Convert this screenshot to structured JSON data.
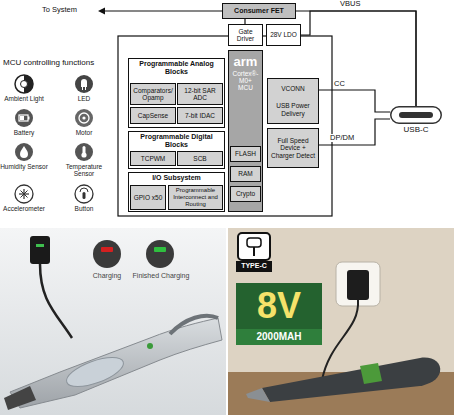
{
  "diagram": {
    "nodes": [
      {
        "text": [
          "Consumer FET"
        ]
      },
      {
        "text": [
          "Gate Driver"
        ]
      },
      {
        "text": [
          "28V LDO"
        ]
      },
      {
        "text": [
          "Programmable Analog Blocks"
        ]
      },
      {
        "text": [
          "Comparators/ Opamp"
        ],
        "in": 3
      },
      {
        "text": [
          "12-bit SAR ADC"
        ],
        "in": 3
      },
      {
        "text": [
          "CapSense"
        ],
        "in": 3
      },
      {
        "text": [
          "7-bit IDAC"
        ],
        "in": 3
      },
      {
        "text": [
          "arm",
          "Cortex®- M0+ MCU"
        ]
      },
      {
        "text": [
          "FLASH"
        ],
        "in": 8
      },
      {
        "text": [
          "RAM"
        ],
        "in": 8
      },
      {
        "text": [
          "Crypto"
        ],
        "in": 8
      },
      {
        "text": [
          "VCONN",
          "USB Power Delivery"
        ]
      },
      {
        "text": [
          "Full Speed Device + Charger Detect"
        ]
      },
      {
        "text": [
          "Programmable Digital Blocks"
        ]
      },
      {
        "text": [
          "TCPWM"
        ],
        "in": 14
      },
      {
        "text": [
          "SCB"
        ],
        "in": 14
      },
      {
        "text": [
          "I/O Subsystem"
        ]
      },
      {
        "text": [
          "GPIO x50"
        ],
        "in": 17
      },
      {
        "text": [
          "Programmable Interconnect and Routing"
        ],
        "in": 17
      },
      {
        "text": [
          "USB-C"
        ]
      }
    ],
    "edges": [
      {
        "from": 1,
        "to": 0,
        "arrow": "none"
      },
      {
        "from": 20,
        "to": 0,
        "label": "VBUS",
        "arrow": "none"
      },
      {
        "from": 20,
        "to": 2,
        "arrow": "none"
      },
      {
        "from": 12,
        "to": 20,
        "label": "CC",
        "arrow": "none"
      },
      {
        "from": 13,
        "to": 20,
        "label": "DP/DM",
        "arrow": "none"
      }
    ],
    "labels": [
      "To System",
      "MCU controlling functions",
      "Ambient Light",
      "LED",
      "Battery",
      "Motor",
      "Humidity Sensor",
      "Temperature Sensor",
      "Accelerometer",
      "Button",
      "Charging",
      "Finished Charging",
      "TYPE-C",
      "8V",
      "2000MAH"
    ]
  }
}
